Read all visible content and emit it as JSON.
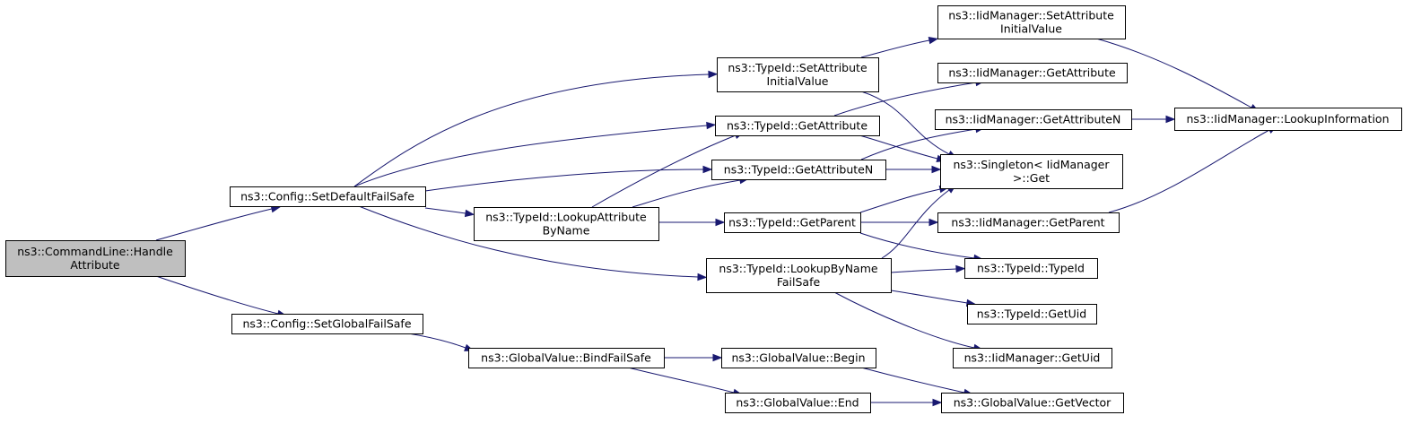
{
  "diagram": {
    "type": "call-graph",
    "colors": {
      "edge": "#191970",
      "node_fill": "#ffffff",
      "root_fill": "#bfbfbf",
      "node_border": "#000000"
    },
    "nodes": [
      {
        "id": "handle_attribute",
        "lines": [
          "ns3::CommandLine::Handle",
          "Attribute"
        ],
        "root": true
      },
      {
        "id": "set_default_failsafe",
        "lines": [
          "ns3::Config::SetDefaultFailSafe"
        ]
      },
      {
        "id": "set_global_failsafe",
        "lines": [
          "ns3::Config::SetGlobalFailSafe"
        ]
      },
      {
        "id": "typeid_set_attr_initial",
        "lines": [
          "ns3::TypeId::SetAttribute",
          "InitialValue"
        ]
      },
      {
        "id": "typeid_get_attribute",
        "lines": [
          "ns3::TypeId::GetAttribute"
        ]
      },
      {
        "id": "typeid_get_attribute_n",
        "lines": [
          "ns3::TypeId::GetAttributeN"
        ]
      },
      {
        "id": "typeid_lookup_attr_byname",
        "lines": [
          "ns3::TypeId::LookupAttribute",
          "ByName"
        ]
      },
      {
        "id": "typeid_get_parent",
        "lines": [
          "ns3::TypeId::GetParent"
        ]
      },
      {
        "id": "typeid_lookup_byname_failsafe",
        "lines": [
          "ns3::TypeId::LookupByName",
          "FailSafe"
        ]
      },
      {
        "id": "globalvalue_bind_failsafe",
        "lines": [
          "ns3::GlobalValue::BindFailSafe"
        ]
      },
      {
        "id": "globalvalue_begin",
        "lines": [
          "ns3::GlobalValue::Begin"
        ]
      },
      {
        "id": "globalvalue_end",
        "lines": [
          "ns3::GlobalValue::End"
        ]
      },
      {
        "id": "iid_set_attr_initial",
        "lines": [
          "ns3::IidManager::SetAttribute",
          "InitialValue"
        ]
      },
      {
        "id": "iid_get_attribute",
        "lines": [
          "ns3::IidManager::GetAttribute"
        ]
      },
      {
        "id": "iid_get_attribute_n",
        "lines": [
          "ns3::IidManager::GetAttributeN"
        ]
      },
      {
        "id": "singleton_get",
        "lines": [
          "ns3::Singleton< IidManager",
          ">::Get"
        ]
      },
      {
        "id": "iid_get_parent",
        "lines": [
          "ns3::IidManager::GetParent"
        ]
      },
      {
        "id": "typeid_typeid",
        "lines": [
          "ns3::TypeId::TypeId"
        ]
      },
      {
        "id": "typeid_get_uid",
        "lines": [
          "ns3::TypeId::GetUid"
        ]
      },
      {
        "id": "iid_get_uid",
        "lines": [
          "ns3::IidManager::GetUid"
        ]
      },
      {
        "id": "globalvalue_get_vector",
        "lines": [
          "ns3::GlobalValue::GetVector"
        ]
      },
      {
        "id": "iid_lookup_information",
        "lines": [
          "ns3::IidManager::LookupInformation"
        ]
      }
    ],
    "edges": [
      {
        "from": "handle_attribute",
        "to": "set_default_failsafe"
      },
      {
        "from": "handle_attribute",
        "to": "set_global_failsafe"
      },
      {
        "from": "set_default_failsafe",
        "to": "typeid_set_attr_initial"
      },
      {
        "from": "set_default_failsafe",
        "to": "typeid_get_attribute"
      },
      {
        "from": "set_default_failsafe",
        "to": "typeid_get_attribute_n"
      },
      {
        "from": "set_default_failsafe",
        "to": "typeid_lookup_attr_byname"
      },
      {
        "from": "set_default_failsafe",
        "to": "typeid_lookup_byname_failsafe"
      },
      {
        "from": "set_global_failsafe",
        "to": "globalvalue_bind_failsafe"
      },
      {
        "from": "typeid_set_attr_initial",
        "to": "iid_set_attr_initial"
      },
      {
        "from": "typeid_set_attr_initial",
        "to": "singleton_get"
      },
      {
        "from": "typeid_get_attribute",
        "to": "iid_get_attribute"
      },
      {
        "from": "typeid_get_attribute",
        "to": "singleton_get"
      },
      {
        "from": "typeid_get_attribute_n",
        "to": "iid_get_attribute_n"
      },
      {
        "from": "typeid_get_attribute_n",
        "to": "singleton_get"
      },
      {
        "from": "typeid_lookup_attr_byname",
        "to": "typeid_get_attribute"
      },
      {
        "from": "typeid_lookup_attr_byname",
        "to": "typeid_get_attribute_n"
      },
      {
        "from": "typeid_lookup_attr_byname",
        "to": "typeid_get_parent"
      },
      {
        "from": "typeid_get_parent",
        "to": "singleton_get"
      },
      {
        "from": "typeid_get_parent",
        "to": "iid_get_parent"
      },
      {
        "from": "typeid_get_parent",
        "to": "typeid_typeid"
      },
      {
        "from": "typeid_lookup_byname_failsafe",
        "to": "singleton_get"
      },
      {
        "from": "typeid_lookup_byname_failsafe",
        "to": "typeid_typeid"
      },
      {
        "from": "typeid_lookup_byname_failsafe",
        "to": "typeid_get_uid"
      },
      {
        "from": "typeid_lookup_byname_failsafe",
        "to": "iid_get_uid"
      },
      {
        "from": "globalvalue_bind_failsafe",
        "to": "globalvalue_begin"
      },
      {
        "from": "globalvalue_bind_failsafe",
        "to": "globalvalue_end"
      },
      {
        "from": "globalvalue_begin",
        "to": "globalvalue_get_vector"
      },
      {
        "from": "globalvalue_end",
        "to": "globalvalue_get_vector"
      },
      {
        "from": "iid_set_attr_initial",
        "to": "iid_lookup_information"
      },
      {
        "from": "iid_get_attribute_n",
        "to": "iid_lookup_information"
      },
      {
        "from": "iid_get_parent",
        "to": "iid_lookup_information"
      }
    ]
  }
}
